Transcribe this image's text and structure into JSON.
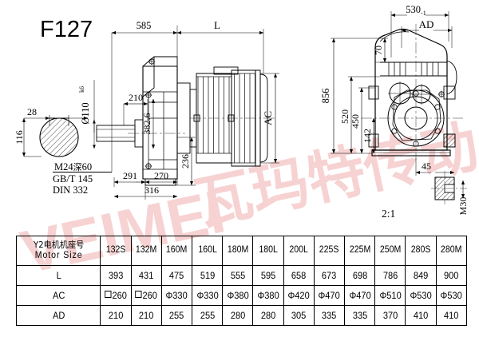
{
  "drawing": {
    "title": "F127",
    "scale_note": "2:1",
    "watermark": "VEIMEI瓦玛特传动",
    "watermark_color": "#f7d2d2",
    "line_color": "#000000",
    "left_view": {
      "name": "output-shaft-end-view",
      "dims": [
        "28",
        "116"
      ],
      "shaft_diameter": "Ø110k6",
      "thread_notes": [
        "M24深60",
        "GB/T 145",
        "DIN 332"
      ]
    },
    "front_view": {
      "name": "gear-motor-front-view",
      "dims": [
        "585",
        "L",
        "AC",
        "210",
        "382.6",
        "236",
        "291",
        "270",
        "316"
      ]
    },
    "right_view": {
      "name": "gearbox-side-view",
      "dims": [
        "530",
        "AD",
        "70",
        "856",
        "520",
        "450",
        "142",
        "45"
      ],
      "tolerance": "-1",
      "detail_thread": "M30"
    }
  },
  "table": {
    "name": "motor-size-table",
    "header_cn": "Y2电机机座号",
    "header_en": "Motor Size",
    "columns": [
      "132S",
      "132M",
      "160M",
      "160L",
      "180M",
      "180L",
      "200L",
      "225S",
      "225M",
      "250M",
      "280S",
      "280M"
    ],
    "rows": [
      {
        "label": "L",
        "values": [
          "393",
          "431",
          "475",
          "519",
          "555",
          "595",
          "658",
          "673",
          "698",
          "786",
          "849",
          "900"
        ]
      },
      {
        "label": "AC",
        "values": [
          "260",
          "260",
          "Φ330",
          "Φ330",
          "Φ380",
          "Φ380",
          "Φ420",
          "Φ470",
          "Φ470",
          "Φ510",
          "Φ530",
          "Φ530"
        ],
        "square_prefix": [
          true,
          true,
          false,
          false,
          false,
          false,
          false,
          false,
          false,
          false,
          false,
          false
        ]
      },
      {
        "label": "AD",
        "values": [
          "210",
          "210",
          "255",
          "255",
          "280",
          "280",
          "305",
          "335",
          "335",
          "370",
          "410",
          "410"
        ]
      }
    ]
  }
}
